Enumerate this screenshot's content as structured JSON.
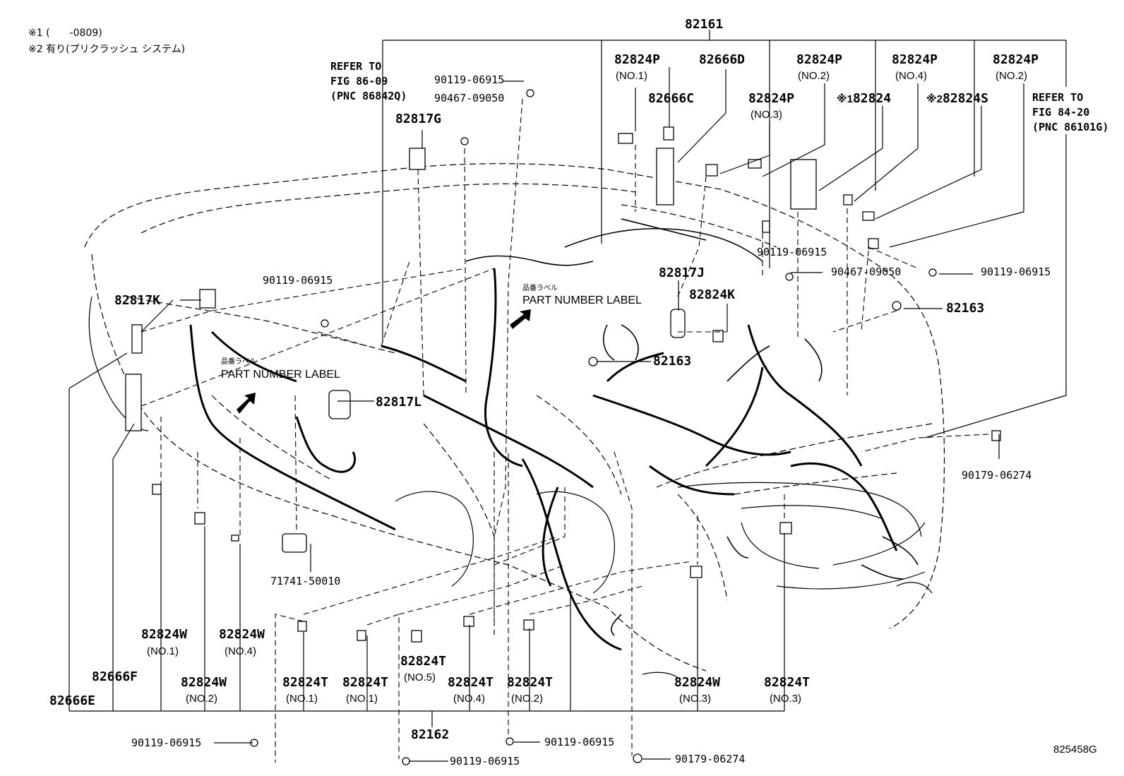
{
  "notes": {
    "n1_mark": "※1",
    "n1_text": "(　　-0809)",
    "n2_mark": "※2",
    "n2_text": "有り(プリクラッシュ システム)"
  },
  "refs": {
    "fig86": "REFER TO\nFIG 86-09\n(PNC 86842Q)",
    "fig84": "REFER TO\nFIG 84-20\n(PNC 86101G)"
  },
  "labels": {
    "main_82161": "82161",
    "p_82824P_no1": "82824P",
    "s_no1_top": "(NO.1)",
    "p_82666D": "82666D",
    "p_82824P_no2a": "82824P",
    "s_no2a": "(NO.2)",
    "p_82824P_no4": "82824P",
    "s_no4_top": "(NO.4)",
    "p_82824P_no2b": "82824P",
    "s_no2b": "(NO.2)",
    "p_82666C": "82666C",
    "p_82824P_no3": "82824P",
    "s_no3_top": "(NO.3)",
    "mark1": "※1",
    "p_82824": "82824",
    "mark2": "※2",
    "p_82824S": "82824S",
    "b_90119_06915_a": "90119-06915",
    "b_90467_09050_a": "90467-09050",
    "p_82817G": "82817G",
    "b_90119_06915_b": "90119-06915",
    "b_90467_09050_b": "90467-09050",
    "b_90119_06915_c": "90119-06915",
    "b_90119_06915_d": "90119-06915",
    "p_82817K": "82817K",
    "p_82817J": "82817J",
    "p_82824K": "82824K",
    "p_82163_r": "82163",
    "p_82163_c": "82163",
    "pnl_jp_a": "品番ラベル",
    "pnl_en_a": "PART NUMBER LABEL",
    "pnl_jp_b": "品番ラベル",
    "pnl_en_b": "PART NUMBER LABEL",
    "p_82817L": "82817L",
    "b_90179_06274_a": "90179-06274",
    "p_71741_50010": "71741-50010",
    "p_82824W_no1": "82824W",
    "s_w_no1": "(NO.1)",
    "p_82824W_no4": "82824W",
    "s_w_no4": "(NO.4)",
    "p_82666F": "82666F",
    "p_82824W_no2": "82824W",
    "s_w_no2": "(NO.2)",
    "p_82666E": "82666E",
    "p_82824T_no1a": "82824T",
    "s_t_no1a": "(NO.1)",
    "p_82824T_no1b": "82824T",
    "s_t_no1b": "(NO.1)",
    "p_82824T_no5": "82824T",
    "s_t_no5": "(NO.5)",
    "p_82824T_no4": "82824T",
    "s_t_no4": "(NO.4)",
    "p_82824T_no2": "82824T",
    "s_t_no2": "(NO.2)",
    "p_82824W_no3": "82824W",
    "s_w_no3": "(NO.3)",
    "p_82824T_no3": "82824T",
    "s_t_no3": "(NO.3)",
    "p_82162": "82162",
    "b_90119_06915_e": "90119-06915",
    "b_90119_06915_f": "90119-06915",
    "b_90119_06915_g": "90119-06915",
    "b_90179_06274_b": "90179-06274",
    "code": "825458G"
  }
}
